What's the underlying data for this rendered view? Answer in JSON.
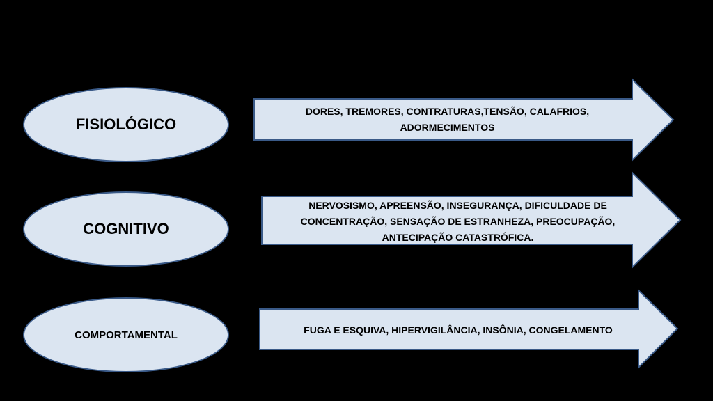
{
  "colors": {
    "background": "#000000",
    "shape_fill": "#dbe5f1",
    "shape_border": "#3a5a88",
    "text": "#000000"
  },
  "rows": [
    {
      "category": "FISIOLÓGICO",
      "lines": [
        "DORES, TREMORES, CONTRATURAS,TENSÃO, CALAFRIOS,",
        "ADORMECIMENTOS"
      ]
    },
    {
      "category": "COGNITIVO",
      "lines": [
        "NERVOSISMO, APREENSÃO, INSEGURANÇA, DIFICULDADE DE",
        "CONCENTRAÇÃO, SENSAÇÃO DE ESTRANHEZA, PREOCUPAÇÃO,",
        "ANTECIPAÇÃO CATASTRÓFICA."
      ]
    },
    {
      "category": "COMPORTAMENTAL",
      "lines": [
        "FUGA E ESQUIVA, HIPERVIGILÂNCIA, INSÔNIA, CONGELAMENTO"
      ]
    }
  ]
}
